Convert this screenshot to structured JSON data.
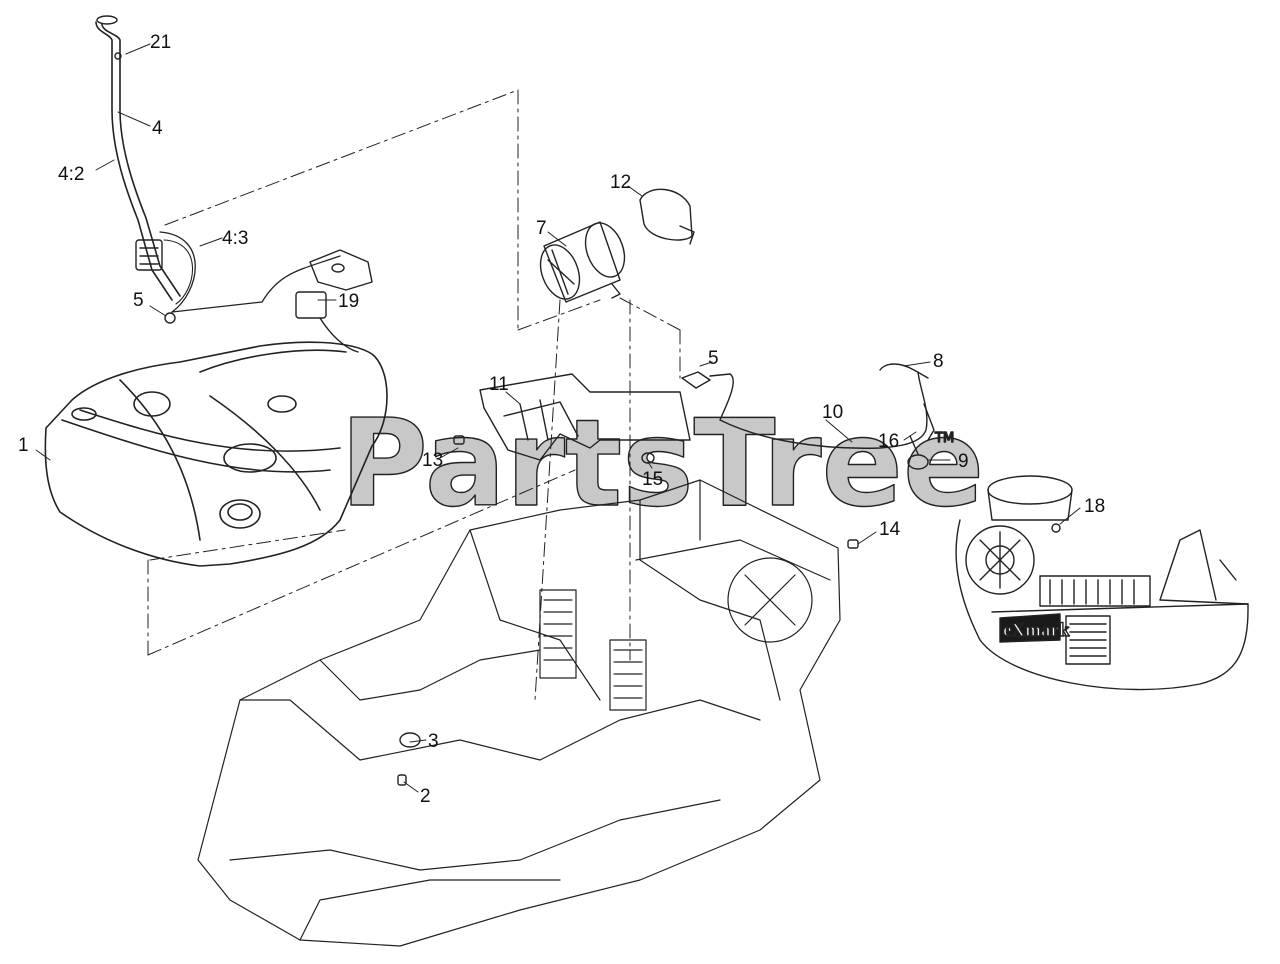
{
  "watermark": {
    "text": "PartsTree",
    "trademark": "TM"
  },
  "engine_logo": "eXmark",
  "callouts": [
    "21",
    "4",
    "4:2",
    "4:3",
    "5",
    "19",
    "1",
    "12",
    "7",
    "5",
    "8",
    "11",
    "10",
    "13",
    "15",
    "16",
    "9",
    "14",
    "18",
    "3",
    "2"
  ]
}
